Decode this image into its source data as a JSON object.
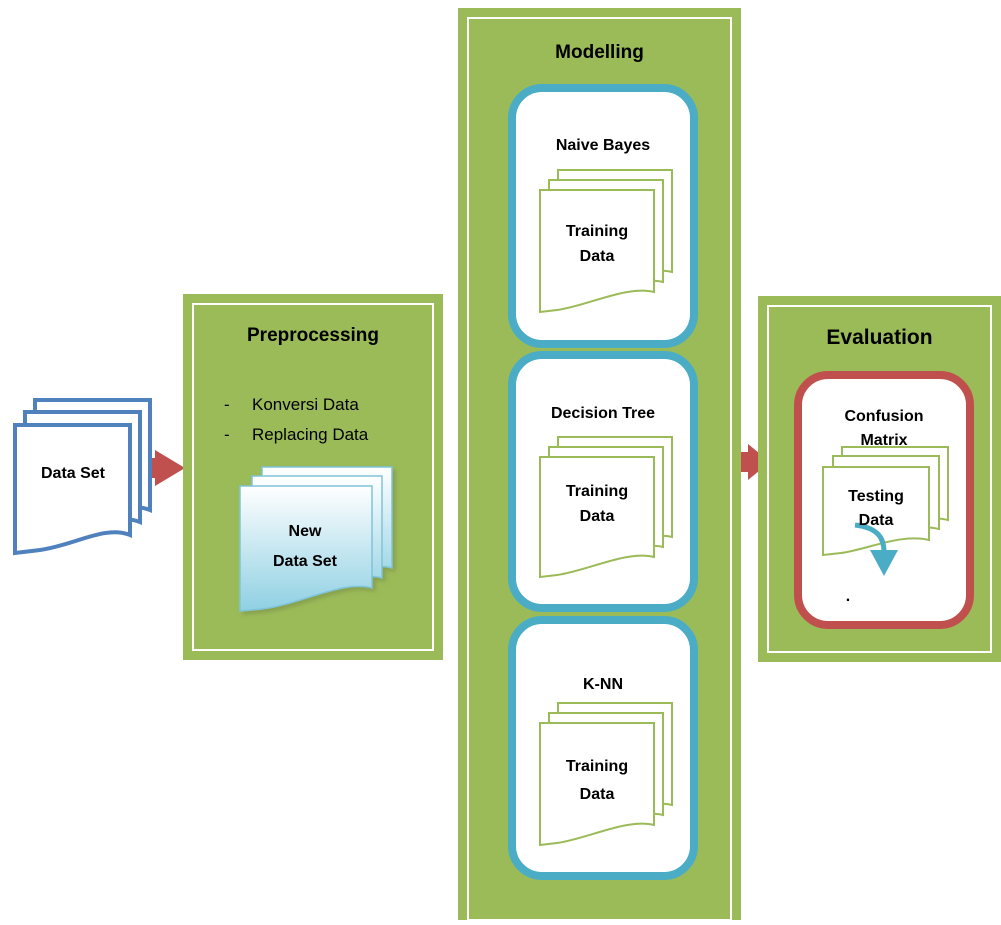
{
  "input": {
    "data_set_label": "Data Set"
  },
  "preprocessing": {
    "title": "Preprocessing",
    "steps": [
      "Konversi Data",
      "Replacing Data"
    ],
    "bullet": "-",
    "output_line1": "New",
    "output_line2": "Data Set"
  },
  "modelling": {
    "title": "Modelling",
    "models": [
      {
        "name": "Naive Bayes",
        "doc_line1": "Training",
        "doc_line2": "Data"
      },
      {
        "name": "Decision Tree",
        "doc_line1": "Training",
        "doc_line2": "Data"
      },
      {
        "name": "K-NN",
        "doc_line1": "Training",
        "doc_line2": "Data"
      }
    ]
  },
  "evaluation": {
    "title": "Evaluation",
    "method_line1": "Confusion",
    "method_line2": "Matrix",
    "doc_line1": "Testing",
    "doc_line2": "Data",
    "trailing_mark": "."
  },
  "colors": {
    "panel_fill": "#9bbb59",
    "panel_frame": "#ffffff",
    "model_border": "#4bacc6",
    "eval_border": "#c0504d",
    "arrow": "#c0504d",
    "input_doc_stroke": "#4f81bd",
    "training_doc_stroke": "#9bbb59",
    "new_data_fill": "#bfe3ee",
    "down_arrow": "#4bacc6"
  }
}
